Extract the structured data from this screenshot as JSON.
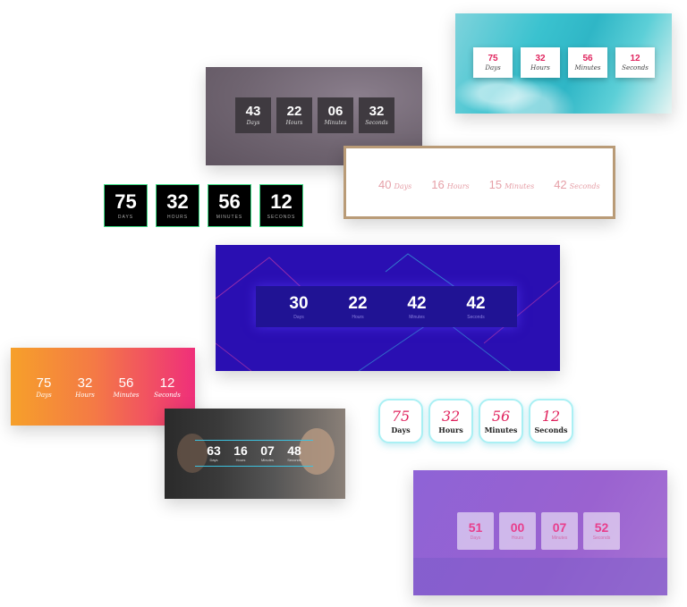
{
  "c1": {
    "units": [
      {
        "n": "75",
        "l": "Days"
      },
      {
        "n": "32",
        "l": "Hours"
      },
      {
        "n": "56",
        "l": "Minutes"
      },
      {
        "n": "12",
        "l": "Seconds"
      }
    ]
  },
  "c2": {
    "units": [
      {
        "n": "43",
        "l": "Days"
      },
      {
        "n": "22",
        "l": "Hours"
      },
      {
        "n": "06",
        "l": "Minutes"
      },
      {
        "n": "32",
        "l": "Seconds"
      }
    ]
  },
  "c3": {
    "units": [
      {
        "n": "40",
        "l": "Days"
      },
      {
        "n": "16",
        "l": "Hours"
      },
      {
        "n": "15",
        "l": "Minutes"
      },
      {
        "n": "42",
        "l": "Seconds"
      }
    ]
  },
  "c4": {
    "units": [
      {
        "n": "75",
        "l": "DAYS"
      },
      {
        "n": "32",
        "l": "HOURS"
      },
      {
        "n": "56",
        "l": "MINUTES"
      },
      {
        "n": "12",
        "l": "SECONDS"
      }
    ]
  },
  "c5": {
    "units": [
      {
        "n": "30",
        "l": "Days"
      },
      {
        "n": "22",
        "l": "Hours"
      },
      {
        "n": "42",
        "l": "Minutes"
      },
      {
        "n": "42",
        "l": "Seconds"
      }
    ]
  },
  "c6": {
    "units": [
      {
        "n": "75",
        "l": "Days"
      },
      {
        "n": "32",
        "l": "Hours"
      },
      {
        "n": "56",
        "l": "Minutes"
      },
      {
        "n": "12",
        "l": "Seconds"
      }
    ]
  },
  "c7": {
    "units": [
      {
        "n": "63",
        "l": "Days"
      },
      {
        "n": "16",
        "l": "Hours"
      },
      {
        "n": "07",
        "l": "Minutes"
      },
      {
        "n": "48",
        "l": "Seconds"
      }
    ]
  },
  "c8": {
    "units": [
      {
        "n": "75",
        "l": "Days"
      },
      {
        "n": "32",
        "l": "Hours"
      },
      {
        "n": "56",
        "l": "Minutes"
      },
      {
        "n": "12",
        "l": "Seconds"
      }
    ]
  },
  "c9": {
    "units": [
      {
        "n": "51",
        "l": "Days"
      },
      {
        "n": "00",
        "l": "Hours"
      },
      {
        "n": "07",
        "l": "Minutes"
      },
      {
        "n": "52",
        "l": "Seconds"
      }
    ]
  }
}
